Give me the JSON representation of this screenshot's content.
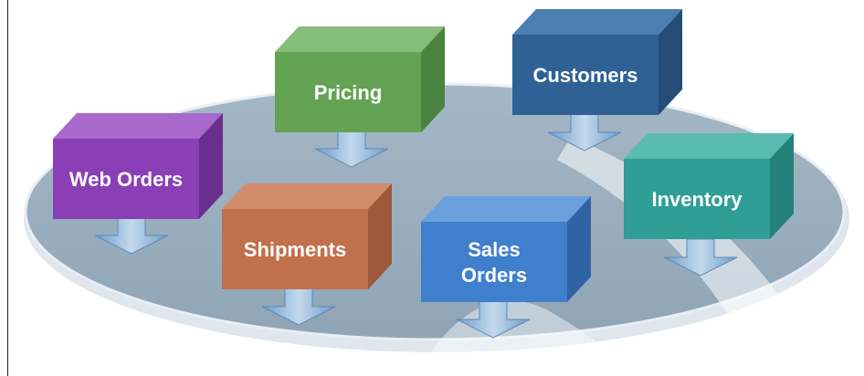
{
  "diagram": {
    "blocks": [
      {
        "id": "web-orders",
        "lines": [
          "Web Orders"
        ],
        "front": "#8a3fb6",
        "top": "#a868cc",
        "side": "#6a2e8f"
      },
      {
        "id": "pricing",
        "lines": [
          "Pricing"
        ],
        "front": "#63a353",
        "top": "#86bd78",
        "side": "#4a8240"
      },
      {
        "id": "customers",
        "lines": [
          "Customers"
        ],
        "front": "#2f6194",
        "top": "#4c7fb1",
        "side": "#244d77"
      },
      {
        "id": "shipments",
        "lines": [
          "Shipments"
        ],
        "front": "#c0704b",
        "top": "#d28c6c",
        "side": "#9c583a"
      },
      {
        "id": "sales-orders",
        "lines": [
          "Sales",
          "Orders"
        ],
        "front": "#3f7fcb",
        "top": "#6a9fdc",
        "side": "#2f63a4"
      },
      {
        "id": "inventory",
        "lines": [
          "Inventory"
        ],
        "front": "#2f9e95",
        "top": "#5abbb1",
        "side": "#23807a"
      }
    ]
  }
}
